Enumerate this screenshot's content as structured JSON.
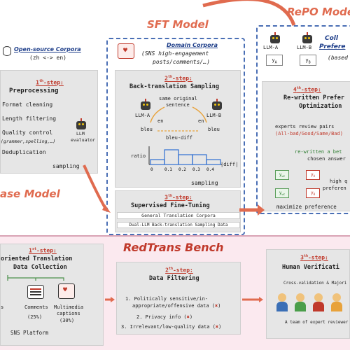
{
  "sft": {
    "title": "SFT Model",
    "domain_title": "Domain Corpora",
    "domain_sub1": "(SNS high-engagement",
    "domain_sub2": "posts/comments/…)",
    "step2_label": "2",
    "step2_sup": "th",
    "step2_suffix": "-step:",
    "step2_title": "Back-translation Sampling",
    "same_sentence1": "same original",
    "same_sentence2": "sentence",
    "llm_a": "LLM-A",
    "llm_b": "LLM-B",
    "en": "en",
    "bleu": "bleu",
    "bleu_diff": "bleu-diff",
    "ratio": "ratio",
    "diff_label": "|diff|",
    "hist_ticks": [
      "0",
      "0.1",
      "0.2",
      "0.3",
      "0.4"
    ],
    "hist_values": [
      1,
      3,
      2,
      2,
      1
    ],
    "sampling": "sampling",
    "step3_label": "3",
    "step3_sup": "th",
    "step3_suffix": "-step:",
    "step3_title": "Supervised Fine-Tuning",
    "corpus1": "General Translation Corpora",
    "corpus2": "Dual-LLM Back-translation Sampling Data"
  },
  "left": {
    "corpus_title": "Open-source Corpora",
    "corpus_sub": "(zh <-> en)",
    "step1_label": "1",
    "step1_sup": "th",
    "step1_suffix": "-step:",
    "step1_title": "Preprocessing",
    "items": [
      "Format cleaning",
      "Length filtering",
      "Quality control",
      "(grammer,spelling,…)",
      "Deduplication"
    ],
    "llm_evaluator1": "LLM",
    "llm_evaluator2": "evaluator",
    "sampling": "sampling",
    "base_model": "ase Model"
  },
  "repo": {
    "title": "RePO Mode",
    "coll": "Coll",
    "prefere": "Prefere",
    "based": "(based",
    "llm_a": "LLM-A",
    "llm_b": "LLM-B",
    "ya": "y",
    "ya_sub": "A",
    "yb": "y",
    "yb_sub": "B",
    "step4_label": "4",
    "step4_sup": "th",
    "step4_suffix": "-step:",
    "step4_title1": "Re-written Prefer",
    "step4_title2": "Optimization",
    "experts": "experts review pairs",
    "categories": "(All-bad/Good/Same/Bad)",
    "rewritten1": "re-written a bet",
    "rewritten2": "chosen answer",
    "high_q1": "high q",
    "high_q2": "preferen",
    "ywc": "y",
    "ywc_sub": "wc",
    "maximize": "maximize preference"
  },
  "bench": {
    "title": "RedTrans Bench",
    "step1_label": "1",
    "step1_sup": "st",
    "step1_suffix": "-step:",
    "step1_title1": "oriented Translation",
    "step1_title2": "Data Collection",
    "comments": "Comments",
    "comments_pct": "(25%)",
    "multimedia1": "Multimedia",
    "multimedia2": "captions",
    "multimedia_pct": "(30%)",
    "posts_pct": "s",
    "platform": "SNS Platform",
    "step2_label": "2",
    "step2_sup": "th",
    "step2_suffix": "-step:",
    "step2_title": "Data Filtering",
    "filters": [
      "1. Politically sensitive/in-",
      "appropriate/offensive data (",
      "2. Privacy info (",
      "3. Irrelevant/low-quality data ("
    ],
    "step3_label": "3",
    "step3_sup": "th",
    "step3_suffix": "-step:",
    "step3_title": "Human Verificati",
    "cross_validation": "Cross-validation & Majori",
    "team": "A team of expert reviewer"
  },
  "colors": {
    "accent_red": "#c0392b",
    "arrow": "#e06b4f",
    "blue_dash": "#4a6fb5",
    "bench_bg": "#fbe9ef",
    "panel_gray": "#e6e6e6",
    "hist_blue": "#2e6fd1"
  }
}
